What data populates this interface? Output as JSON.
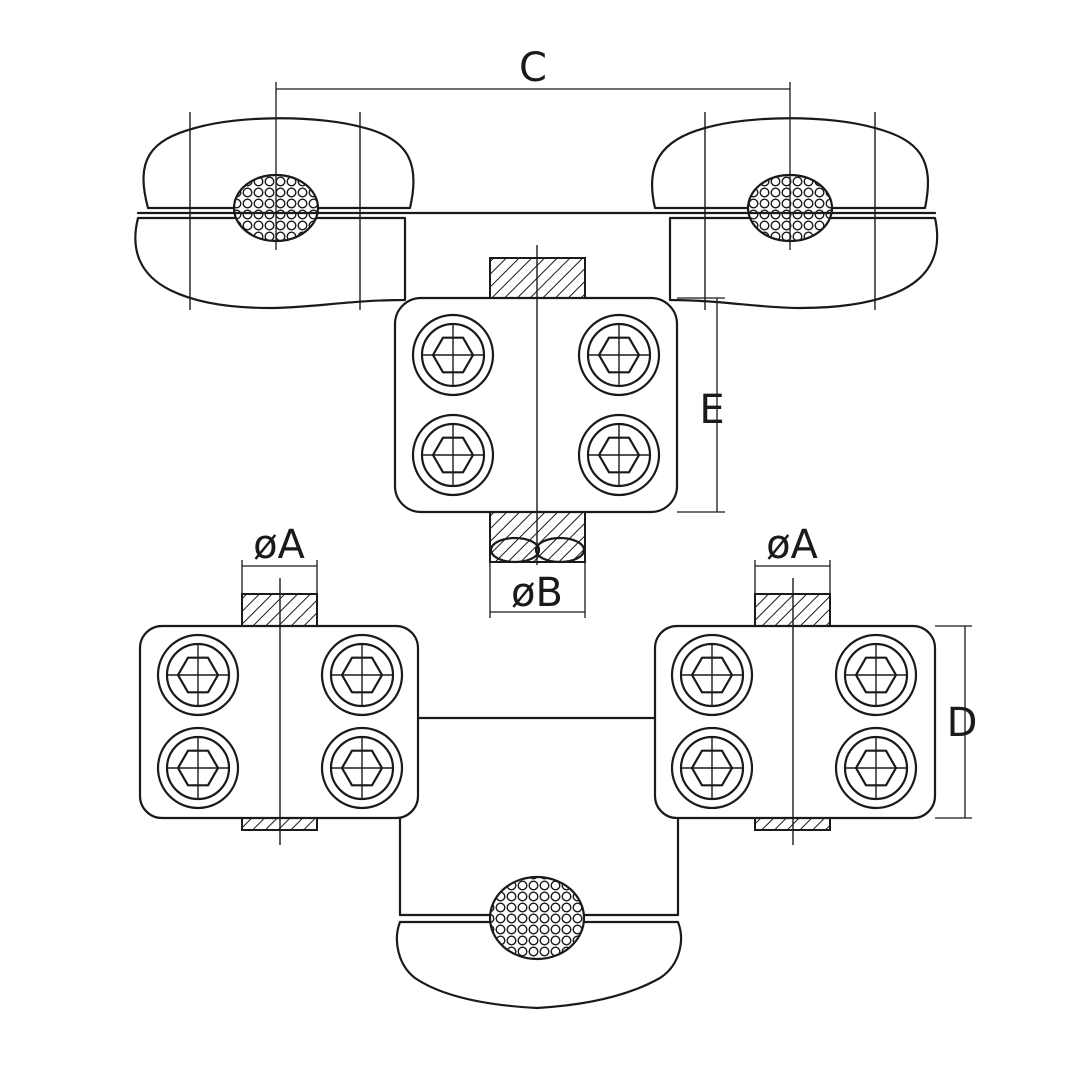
{
  "drawing": {
    "dimensions": {
      "c": "C",
      "e": "E",
      "b": "øB",
      "a_left": "øA",
      "a_right": "øA",
      "d": "D"
    }
  }
}
